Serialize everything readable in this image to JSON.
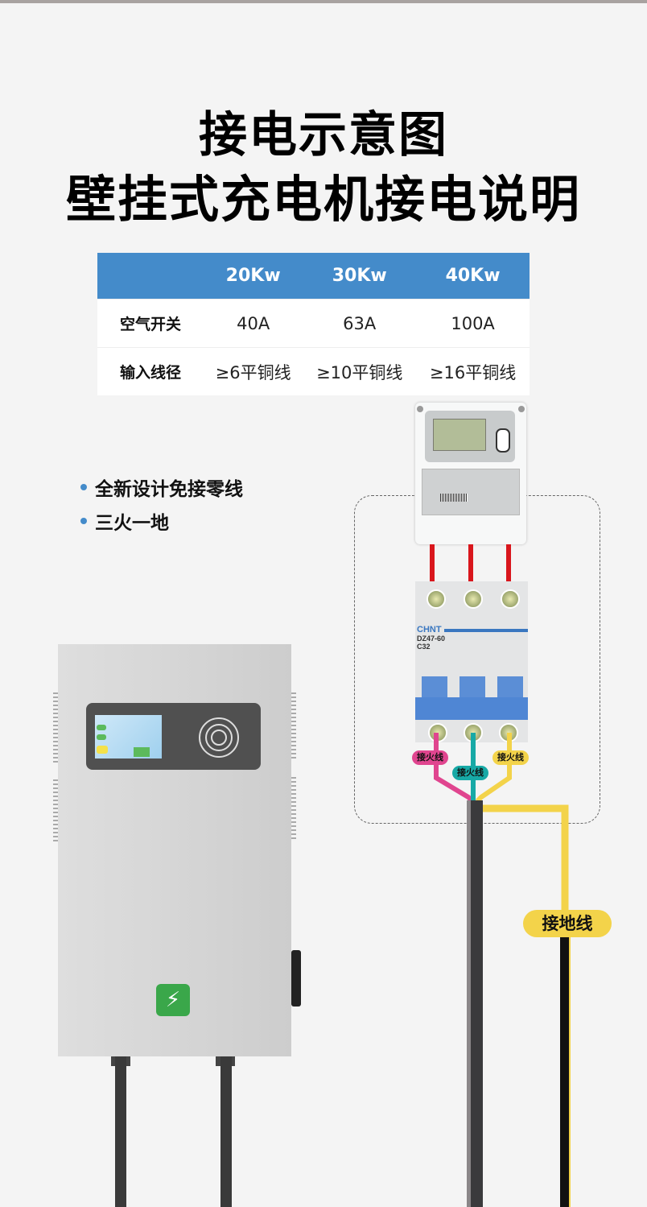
{
  "title": {
    "line1": "接电示意图",
    "line2": "壁挂式充电机接电说明"
  },
  "spec_table": {
    "header_color": "#448bca",
    "columns": [
      "",
      "20Kw",
      "30Kw",
      "40Kw"
    ],
    "rows": [
      {
        "label": "空气开关",
        "values": [
          "40A",
          "63A",
          "100A"
        ]
      },
      {
        "label": "输入线径",
        "values": [
          "≥6平铜线",
          "≥10平铜线",
          "≥16平铜线"
        ]
      }
    ]
  },
  "features": [
    "全新设计免接零线",
    "三火一地"
  ],
  "breaker": {
    "brand": "CHNT",
    "model": "DZ47-60",
    "rating": "C32"
  },
  "wire_labels": {
    "live_left": "接火线",
    "live_middle": "接火线",
    "live_right": "接火线",
    "ground": "接地线"
  },
  "colors": {
    "live_left": "#e0458f",
    "live_middle": "#17a9a6",
    "live_right": "#f3d34a",
    "ground": "#f3d34a",
    "supply": "#d9161c",
    "logo": "#3aa74a"
  }
}
